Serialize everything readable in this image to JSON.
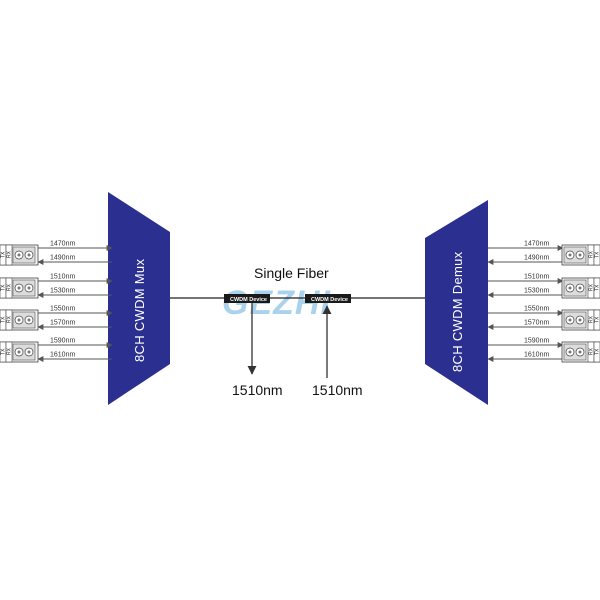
{
  "colors": {
    "mux_fill": "#2b2f8f",
    "line": "#555555",
    "fiber": "#222222",
    "device_fill": "#1a1a1a",
    "watermark": "#8ec3e6"
  },
  "diagram": {
    "fiber_label": "Single Fiber",
    "mux_label": "8CH CWDM Mux",
    "demux_label": "8CH CWDM Demux",
    "watermark": "GEZHI",
    "devices": [
      {
        "label": "CWDM Device",
        "drop_label": "1510nm",
        "direction": "out"
      },
      {
        "label": "CWDM Device",
        "drop_label": "1510nm",
        "direction": "in"
      }
    ],
    "channels": [
      {
        "wavelength": "1470nm",
        "direction": "right"
      },
      {
        "wavelength": "1490nm",
        "direction": "left"
      },
      {
        "wavelength": "1510nm",
        "direction": "right"
      },
      {
        "wavelength": "1530nm",
        "direction": "left"
      },
      {
        "wavelength": "1550nm",
        "direction": "right"
      },
      {
        "wavelength": "1570nm",
        "direction": "left"
      },
      {
        "wavelength": "1590nm",
        "direction": "right"
      },
      {
        "wavelength": "1610nm",
        "direction": "left"
      }
    ],
    "port_labels": {
      "tx": "TX",
      "rx": "RX"
    }
  }
}
